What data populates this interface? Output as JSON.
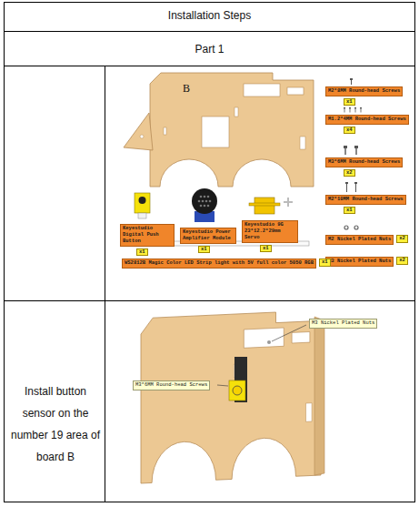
{
  "diagram": {
    "nodes": [
      {
        "text": [
          "M2*8MM Round-head Screws"
        ]
      },
      {
        "text": [
          "x1"
        ]
      },
      {
        "text": [
          "M1.2*4MM Round-head Screws"
        ]
      },
      {
        "text": [
          "x4"
        ]
      },
      {
        "text": [
          "M3*6MM Round-head Screws"
        ]
      },
      {
        "text": [
          "x2"
        ]
      },
      {
        "text": [
          "M2*10MM Round-head Screws"
        ]
      },
      {
        "text": [
          "x1"
        ]
      },
      {
        "text": [
          "M2 Nickel Plated Nuts"
        ]
      },
      {
        "text": [
          "x2"
        ]
      },
      {
        "text": [
          "M3 Nickel Plated Nuts"
        ]
      },
      {
        "text": [
          "x2"
        ]
      },
      {
        "text": [
          "Keyestudio Digital Push Button"
        ]
      },
      {
        "text": [
          "x1"
        ]
      },
      {
        "text": [
          "Keyestudio Power Amplifier Module"
        ]
      },
      {
        "text": [
          "x1"
        ]
      },
      {
        "text": [
          "Keyestudio 9G 23*12.2*29mm Servo"
        ]
      },
      {
        "text": [
          "x1"
        ]
      },
      {
        "text": [
          "WS2812B Magic Color LED Strip light with 5V full color 5050 RGB"
        ]
      },
      {
        "text": [
          "x1"
        ]
      },
      {
        "text": [
          "M3 Nickel Plated Nuts"
        ]
      },
      {
        "text": [
          "M3*6MM Round-head Screws"
        ]
      }
    ],
    "labels": [
      "Installation Steps",
      "Part 1",
      "Install button sensor on the number 19 area of board B",
      "B"
    ]
  }
}
